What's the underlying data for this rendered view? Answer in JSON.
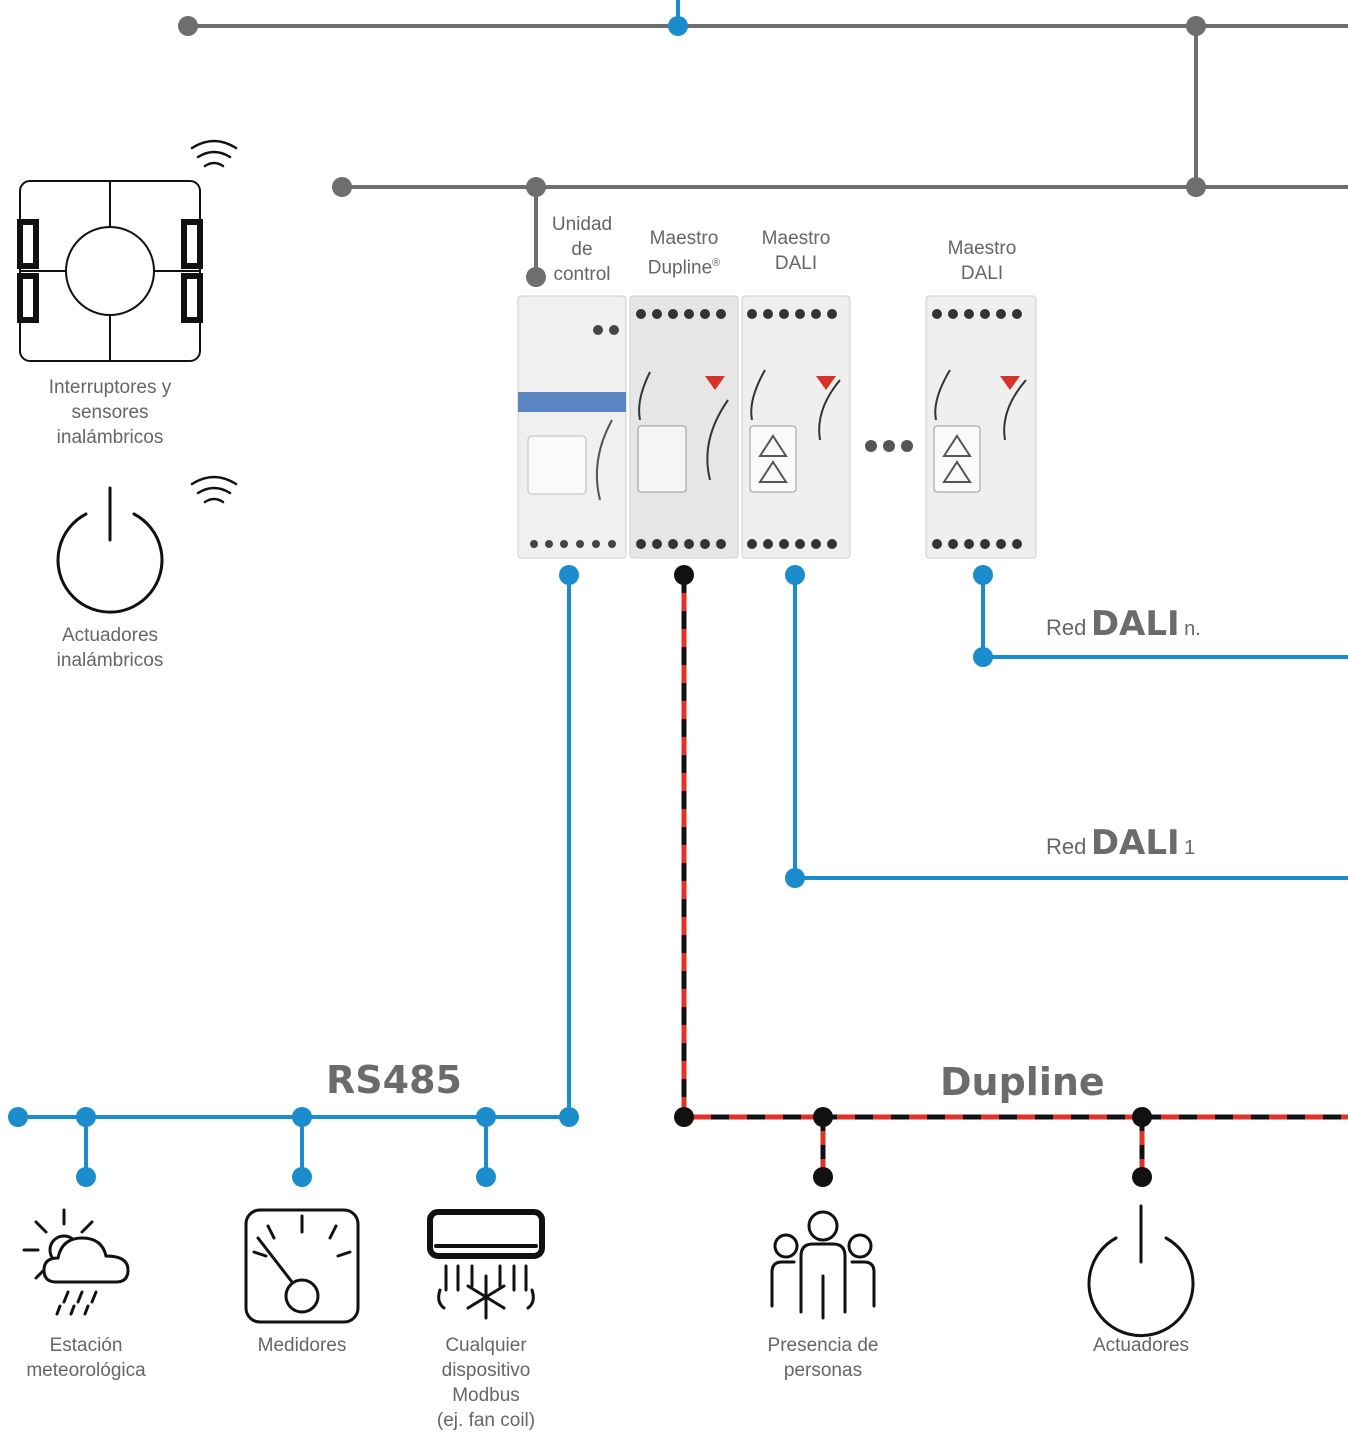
{
  "colors": {
    "ethernet_gray": "#6e6e6e",
    "blue_bus": "#1b8ccc",
    "dupline_red": "#e0322a",
    "dupline_black": "#111111",
    "text_gray": "#666666"
  },
  "labels": {
    "control_unit": [
      "Unidad",
      "de",
      "control"
    ],
    "dupline_master": [
      "Maestro",
      "Dupline"
    ],
    "dupline_mark": "®",
    "dali_master_1": [
      "Maestro",
      "DALI"
    ],
    "dali_master_n": [
      "Maestro",
      "DALI"
    ],
    "wireless_switches": [
      "Interruptores y",
      "sensores",
      "inalámbricos"
    ],
    "wireless_actuators": [
      "Actuadores",
      "inalámbricos"
    ],
    "weather_station": [
      "Estación",
      "meteorológica"
    ],
    "meters": [
      "Medidores"
    ],
    "modbus_device": [
      "Cualquier",
      "dispositivo",
      "Modbus",
      "(ej. fan coil)"
    ],
    "presence": [
      "Presencia de",
      "personas"
    ],
    "actuators": [
      "Actuadores"
    ]
  },
  "buses": {
    "rs485": "RS485",
    "dupline": "Dupline"
  },
  "dali_networks": [
    {
      "prefix": "Red",
      "name": "DALI",
      "suffix": "n."
    },
    {
      "prefix": "Red",
      "name": "DALI",
      "suffix": "1"
    }
  ],
  "icons": [
    "wireless-switch-icon",
    "power-icon",
    "wifi-icon",
    "weather-icon",
    "meter-icon",
    "fan-coil-icon",
    "people-icon",
    "power-icon",
    "ellipsis-icon"
  ]
}
